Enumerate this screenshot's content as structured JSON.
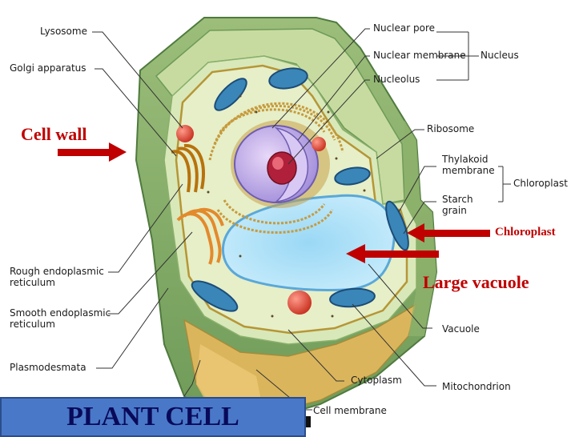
{
  "labels": {
    "lysosome": "Lysosome",
    "golgi": "Golgi apparatus",
    "nuclear_pore": "Nuclear pore",
    "nuclear_membrane": "Nuclear membrane",
    "nucleolus": "Nucleolus",
    "nucleus": "Nucleus",
    "ribosome": "Ribosome",
    "thylakoid_1": "Thylakoid",
    "thylakoid_2": "membrane",
    "chloroplast": "Chloroplast",
    "starch_1": "Starch",
    "starch_2": "grain",
    "rough_er_1": "Rough endoplasmic",
    "rough_er_2": "reticulum",
    "smooth_er_1": "Smooth endoplasmic",
    "smooth_er_2": "reticulum",
    "plasmodesmata": "Plasmodesmata",
    "vacuole": "Vacuole",
    "cytoplasm": "Cytoplasm",
    "mitochondrion": "Mitochondrion",
    "cell_membrane": "Cell membrane"
  },
  "annotations": {
    "cell_wall": "Cell wall",
    "chloroplast": "Chloroplast",
    "large_vacuole": "Large vacuole"
  },
  "title": "PLANT CELL",
  "colors": {
    "annotation_red": "#c00000",
    "title_box": "#4a78c8",
    "title_text": "#0a0a5a"
  }
}
